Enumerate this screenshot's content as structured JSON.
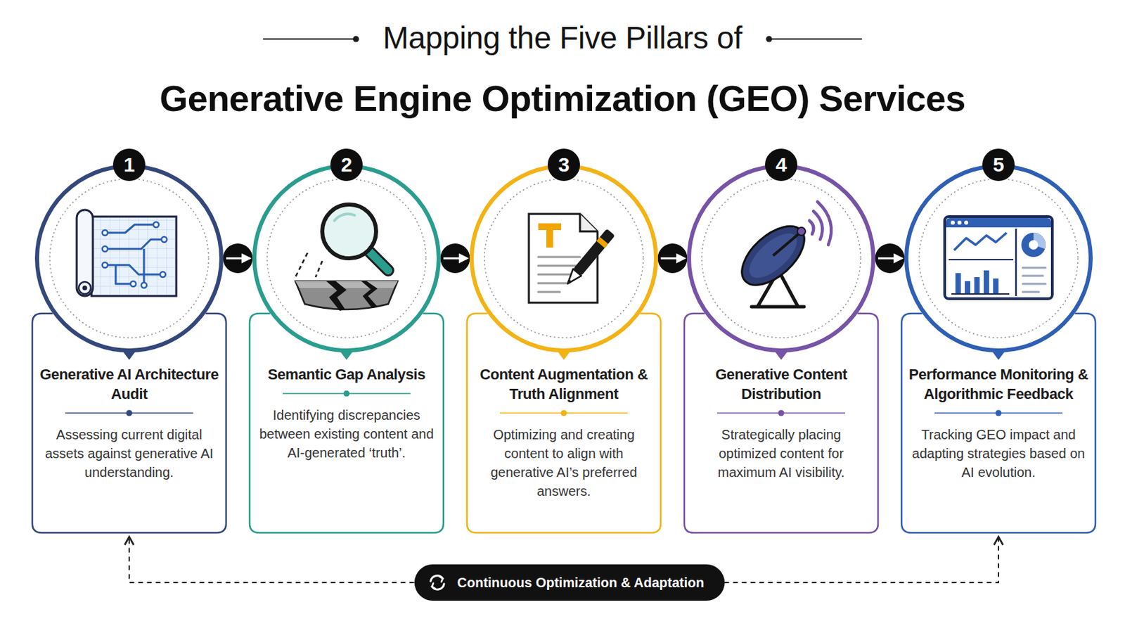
{
  "diagram": {
    "title": "Mapping the Five Pillars of",
    "nodes": [
      {
        "text": [
          "1"
        ]
      },
      {
        "text": [
          "Generative AI Architecture Audit",
          "Assessing current digital assets against generative AI understanding."
        ]
      },
      {
        "text": [
          "2"
        ]
      },
      {
        "text": [
          "Semantic Gap Analysis",
          "Identifying discrepancies between existing content and AI-generated ‘truth’."
        ]
      },
      {
        "text": [
          "3"
        ]
      },
      {
        "text": [
          "Content Augmentation & Truth Alignment",
          "Optimizing and creating content to align with generative AI’s preferred answers."
        ]
      },
      {
        "text": [
          "4"
        ]
      },
      {
        "text": [
          "Generative Content Distribution",
          "Strategically placing optimized content for maximum AI visibility."
        ]
      },
      {
        "text": [
          "5"
        ]
      },
      {
        "text": [
          "Performance Monitoring & Algorithmic Feedback",
          "Tracking GEO impact and adapting strategies based on AI evolution."
        ]
      },
      {
        "text": [
          "Continuous Optimization & Adaptation"
        ]
      }
    ],
    "edges": [
      {
        "from": 1,
        "to": 3,
        "arrow": "to"
      },
      {
        "from": 3,
        "to": 5,
        "arrow": "to"
      },
      {
        "from": 5,
        "to": 7,
        "arrow": "to"
      },
      {
        "from": 7,
        "to": 9,
        "arrow": "to"
      },
      {
        "from": 10,
        "to": 1,
        "arrow": "to"
      },
      {
        "from": 10,
        "to": 9,
        "arrow": "to"
      }
    ],
    "labels": [
      "Generative Engine Optimization (GEO) Services"
    ]
  }
}
